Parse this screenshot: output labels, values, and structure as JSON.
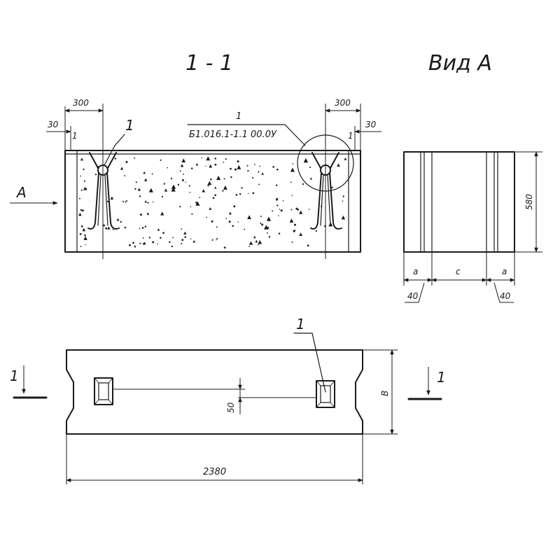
{
  "titles": {
    "section": "1 - 1",
    "view": "Вид А"
  },
  "section": {
    "callout_number": "1",
    "callout_code": "Б1.016.1-1.1 00.0У",
    "dim_left_300": "300",
    "dim_left_30": "30",
    "dim_left_1": "1",
    "dim_right_300": "300",
    "dim_right_30": "30",
    "dim_right_1": "1",
    "loop_label": "1",
    "view_arrow_label": "A"
  },
  "view": {
    "height_label": "580",
    "dim_a_left": "a",
    "dim_c": "c",
    "dim_a_right": "a",
    "dim_40_left": "40",
    "dim_40_right": "40"
  },
  "plan": {
    "loop_label": "1",
    "dim_50": "50",
    "dim_b": "B",
    "dim_length": "2380",
    "cut_left": "1",
    "cut_right": "1"
  },
  "colors": {
    "ink": "#1a1a1a",
    "paper": "#ffffff"
  }
}
